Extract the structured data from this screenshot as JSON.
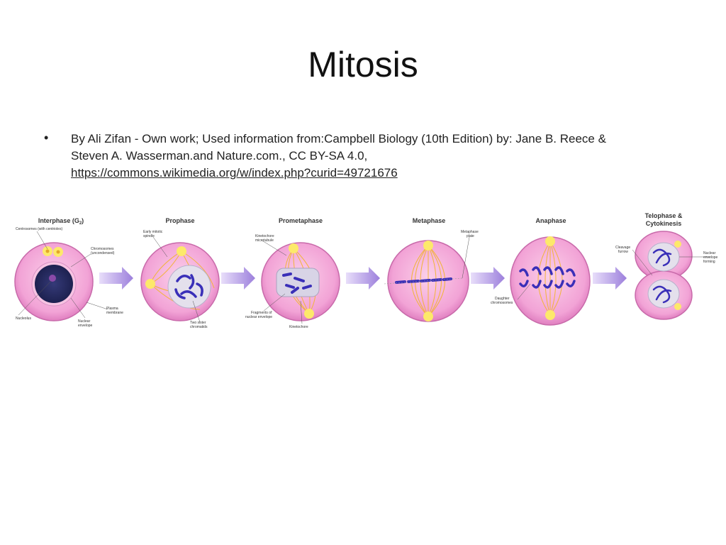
{
  "slide": {
    "title": "Mitosis",
    "bullet_symbol": "•",
    "bullet_line1": "By Ali Zifan - Own work; Used information from:Campbell Biology (10th Edition) by: Jane B. Reece &",
    "bullet_line2": "Steven A. Wasserman.and Nature.com., CC BY-SA 4.0,",
    "bullet_link": "https://commons.wikimedia.org/w/index.php?curid=49721676"
  },
  "figure": {
    "colors": {
      "cell": "#f2a3d6",
      "cell_edge": "#d35fae",
      "nucleus": "#262a5c",
      "chromosome": "#3a2fb8",
      "spindle": "#f2b43a",
      "centrosome": "#fde96a",
      "arrow": "#a98ee0"
    },
    "phases": [
      {
        "name": "Interphase (G",
        "sub": "2",
        "close": ")"
      },
      {
        "name": "Prophase"
      },
      {
        "name": "Prometaphase"
      },
      {
        "name": "Metaphase"
      },
      {
        "name": "Anaphase"
      },
      {
        "name": "Telophase &",
        "name2": "Cytokinesis"
      }
    ],
    "labels": {
      "centrosomes": "Centrosomes (with centrioles)",
      "chromosomes_1": "Chromosomes",
      "chromosomes_2": "(uncondensed)",
      "plasma_1": "Plasma",
      "plasma_2": "membrane",
      "nucleolus": "Nucleolus",
      "nuclear_env_1": "Nuclear",
      "nuclear_env_2": "envelope",
      "early_1": "Early mitotic",
      "early_2": "spindle",
      "sister_1": "Two sister",
      "sister_2": "chromatids",
      "kmicro_1": "Kinetochore",
      "kmicro_2": "microtubule",
      "frag_1": "Fragments of",
      "frag_2": "nuclear envelope",
      "kinetochore": "Kinetochore",
      "plate_1": "Metaphase",
      "plate_2": "plate",
      "daughter_1": "Daughter",
      "daughter_2": "chromosomes",
      "cleavage_1": "Cleavage",
      "cleavage_2": "furrow",
      "forming_1": "Nuclear",
      "forming_2": "envelope",
      "forming_3": "forming"
    }
  }
}
